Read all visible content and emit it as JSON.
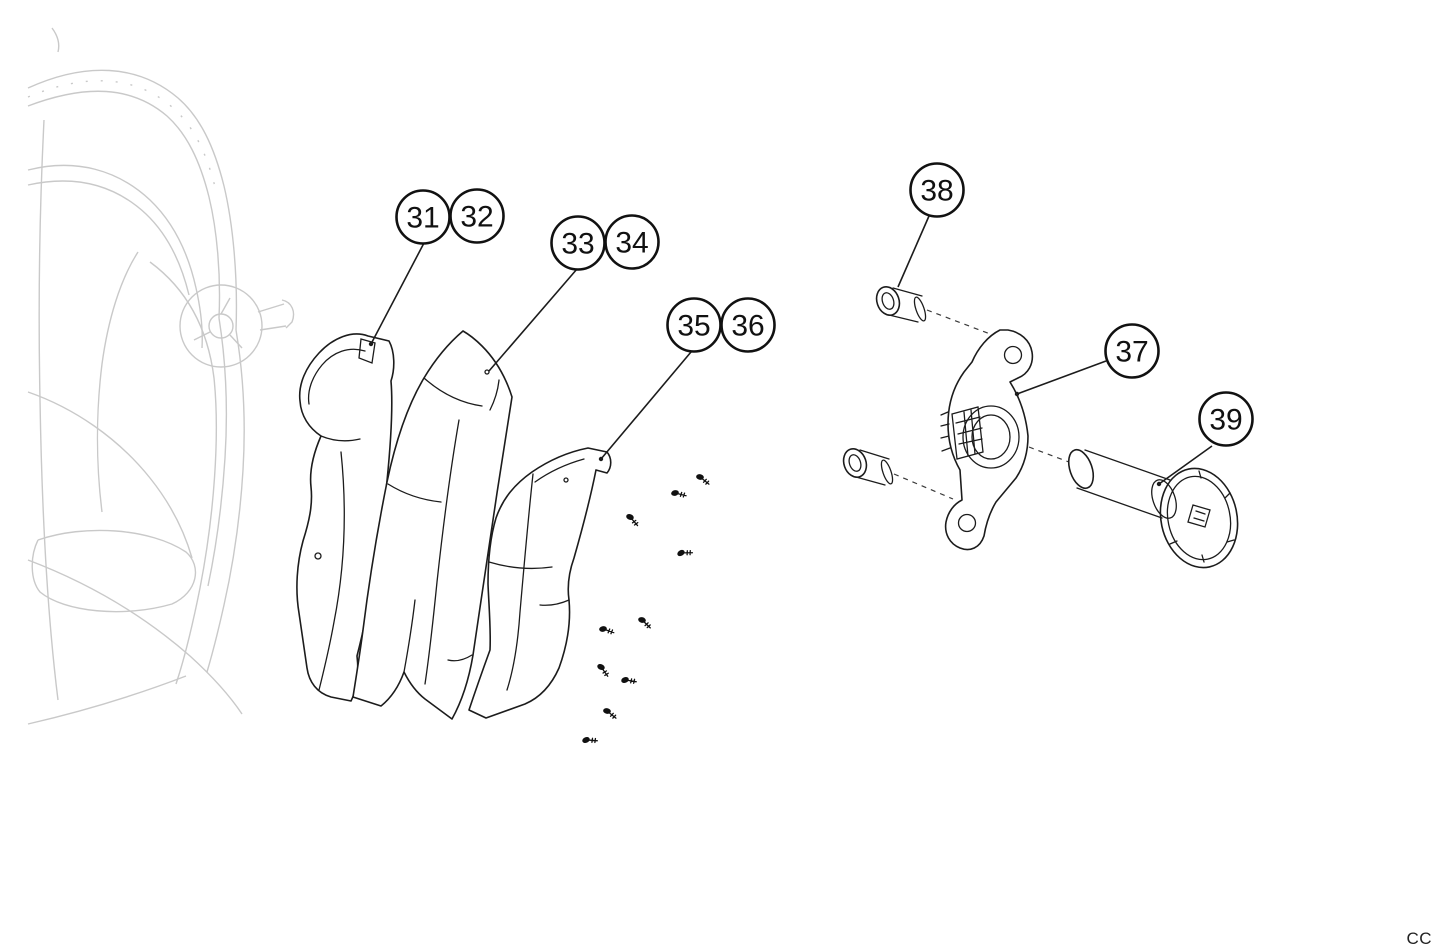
{
  "diagram": {
    "background_color": "#ffffff",
    "line_color": "#1c1c1c",
    "faint_line_color": "#c9c9c9",
    "watermark": "CC",
    "callouts": [
      {
        "label": "31"
      },
      {
        "label": "32"
      },
      {
        "label": "33"
      },
      {
        "label": "34"
      },
      {
        "label": "35"
      },
      {
        "label": "36"
      },
      {
        "label": "37"
      },
      {
        "label": "38"
      },
      {
        "label": "39"
      }
    ],
    "parts": [
      {
        "name": "car-body-reference-outline"
      },
      {
        "name": "pillar-trim-panel",
        "callouts": [
          "31",
          "32"
        ]
      },
      {
        "name": "door-trim-panel",
        "callouts": [
          "33",
          "34"
        ]
      },
      {
        "name": "quarter-trim-panel",
        "callouts": [
          "35",
          "36"
        ]
      },
      {
        "name": "mounting-bracket",
        "callouts": [
          "37"
        ]
      },
      {
        "name": "bolt-fastener",
        "callouts": [
          "38"
        ]
      },
      {
        "name": "roller-cylinder",
        "callouts": [
          "39"
        ]
      },
      {
        "name": "screw-fasteners"
      }
    ]
  }
}
